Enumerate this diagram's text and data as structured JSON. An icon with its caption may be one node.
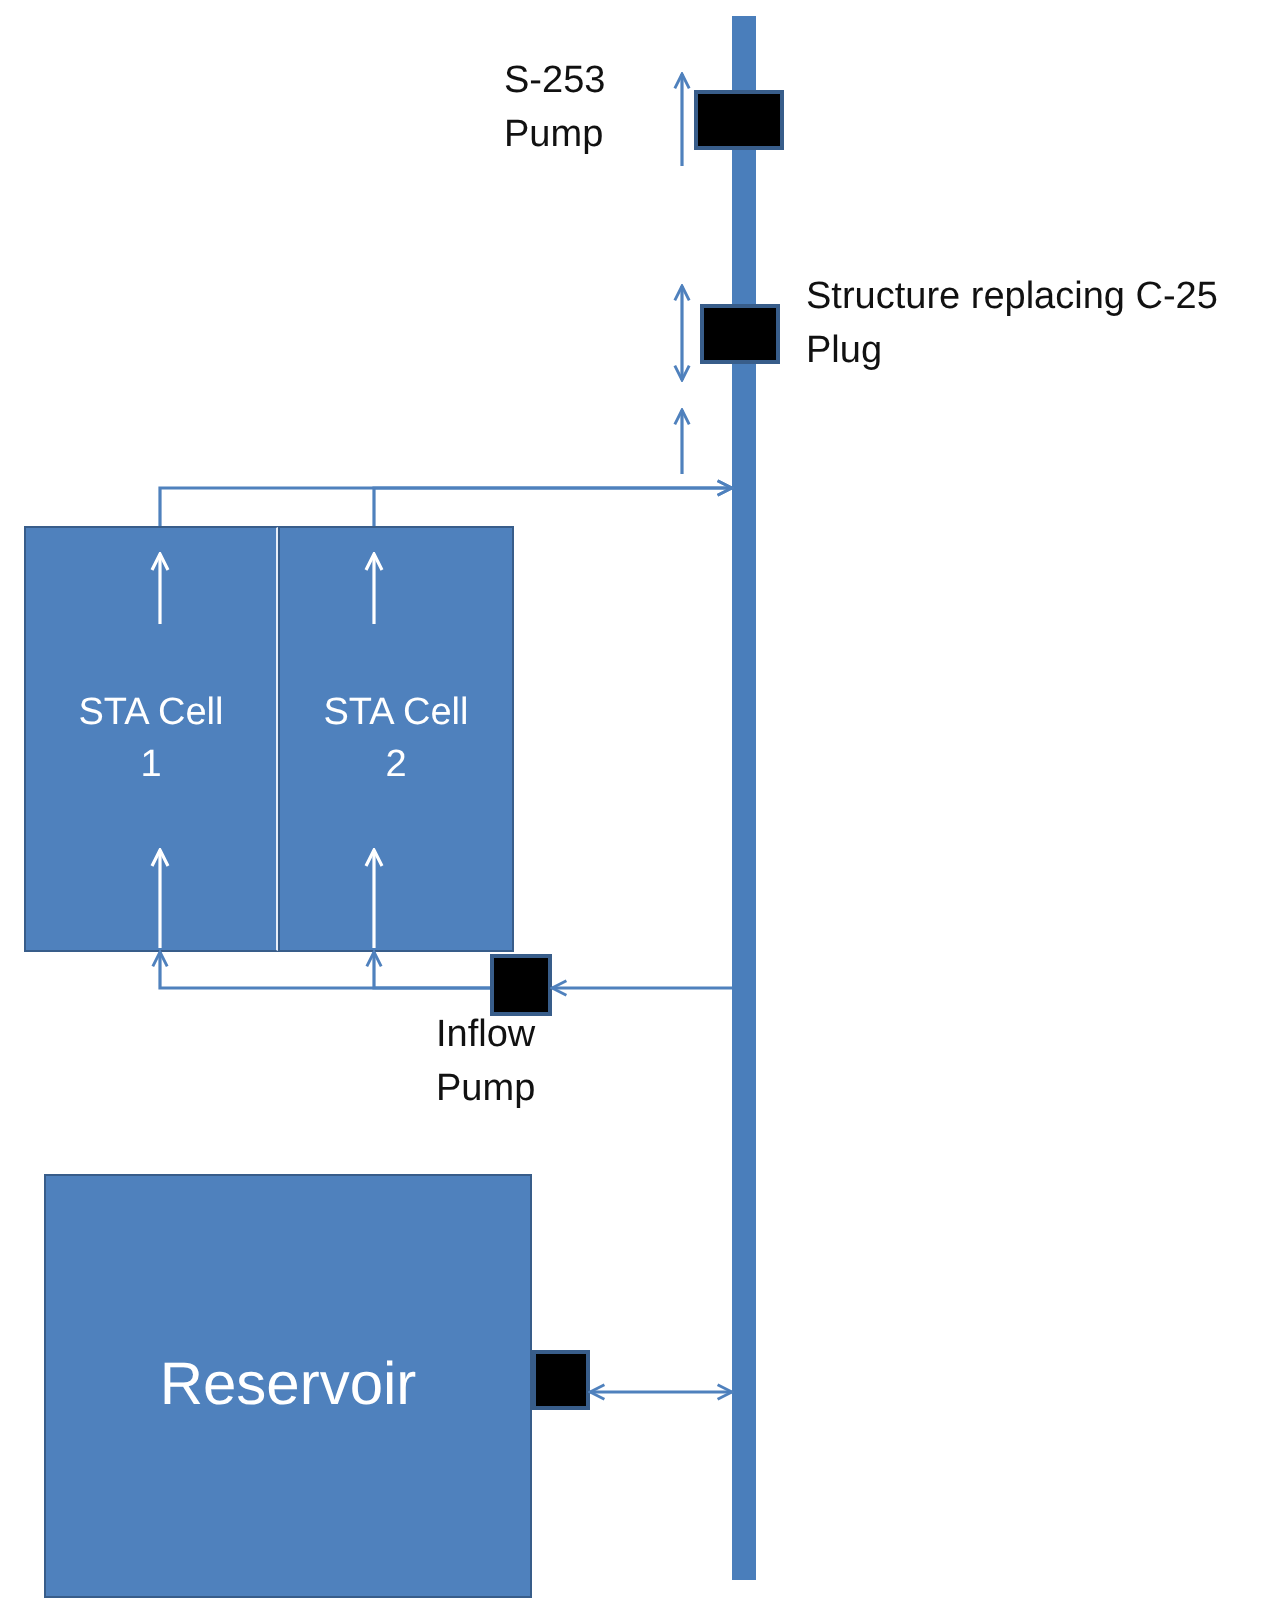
{
  "diagram": {
    "nodes": [
      {
        "text": [],
        "shape": "bar"
      },
      {
        "text": [],
        "shape": "box",
        "beside": [
          "S-253 Pump"
        ]
      },
      {
        "text": [],
        "shape": "box",
        "beside": [
          "Structure replacing C-25 Plug"
        ]
      },
      {
        "text": [
          "STA Cell 1"
        ]
      },
      {
        "text": [
          "STA Cell 2"
        ]
      },
      {
        "text": [],
        "shape": "box",
        "beside": [
          "Inflow Pump"
        ]
      },
      {
        "text": [
          "Reservoir"
        ]
      },
      {
        "text": [],
        "shape": "box"
      }
    ],
    "edges": [
      {
        "from": 0,
        "to": 5,
        "arrow": "to"
      },
      {
        "from": 5,
        "to": 3,
        "arrow": "to"
      },
      {
        "from": 5,
        "to": 4,
        "arrow": "to"
      },
      {
        "from": 3,
        "to": 0,
        "arrow": "to"
      },
      {
        "from": 4,
        "to": 0,
        "arrow": "to"
      },
      {
        "from": 7,
        "to": 0,
        "arrow": "both"
      }
    ]
  }
}
